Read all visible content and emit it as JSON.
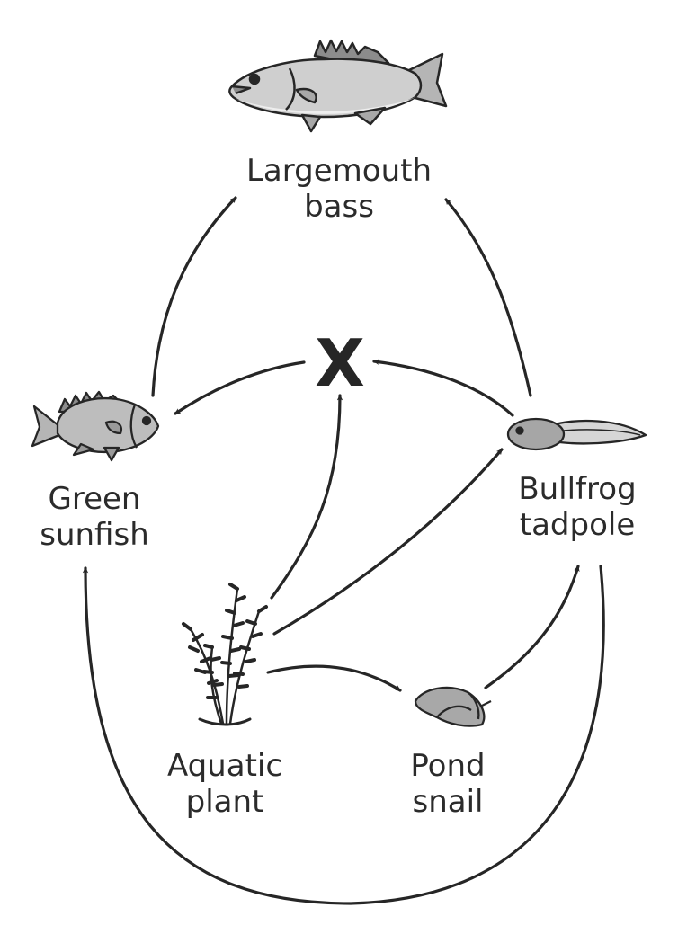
{
  "organisms": {
    "bass": {
      "line1": "Largemouth",
      "line2": "bass"
    },
    "sunfish": {
      "line1": "Green",
      "line2": "sunfish"
    },
    "tadpole": {
      "line1": "Bullfrog",
      "line2": "tadpole"
    },
    "plant": {
      "line1": "Aquatic",
      "line2": "plant"
    },
    "snail": {
      "line1": "Pond",
      "line2": "snail"
    }
  },
  "unknown_marker": "X",
  "energy_flow": [
    {
      "from": "Green sunfish",
      "to": "Largemouth bass"
    },
    {
      "from": "Bullfrog tadpole",
      "to": "Largemouth bass"
    },
    {
      "from": "X",
      "to": "Green sunfish"
    },
    {
      "from": "Bullfrog tadpole",
      "to": "X"
    },
    {
      "from": "Aquatic plant",
      "to": "X"
    },
    {
      "from": "Aquatic plant",
      "to": "Bullfrog tadpole"
    },
    {
      "from": "Aquatic plant",
      "to": "Pond snail"
    },
    {
      "from": "Pond snail",
      "to": "Bullfrog tadpole"
    },
    {
      "from": "Bullfrog tadpole",
      "to": "Green sunfish"
    }
  ],
  "colors": {
    "ink": "#262626",
    "fill_light": "#d9d9d9",
    "fill_mid": "#9a9a9a"
  }
}
